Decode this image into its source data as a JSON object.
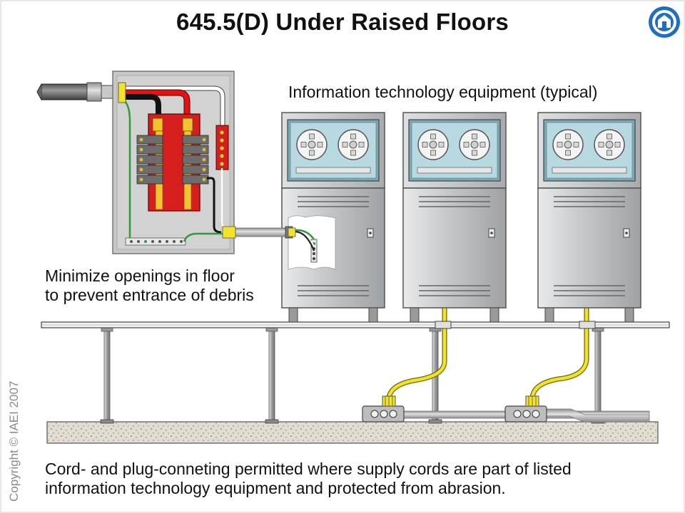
{
  "title": "645.5(D) Under Raised Floors",
  "captions": {
    "equipment": "Information technology equipment (typical)",
    "floor_line1": "Minimize openings in floor",
    "floor_line2": "to prevent entrance of debris",
    "bottom_line1": "Cord- and plug-conneting permitted where supply cords are part of listed",
    "bottom_line2": "information technology equipment and protected from abrasion."
  },
  "copyright": "Copyright © IAEI 2007",
  "colors": {
    "cabinet": "#c9cbcd",
    "panel": "#c7c7c7",
    "breaker_frame": "#d61e1e",
    "cord": "#f2e22a",
    "ground_wire": "#2e9a3a",
    "logo_blue": "#1f6fc1"
  },
  "icons": [
    "iaei-logo-icon",
    "tape-reel-icon",
    "door-lock-icon"
  ]
}
